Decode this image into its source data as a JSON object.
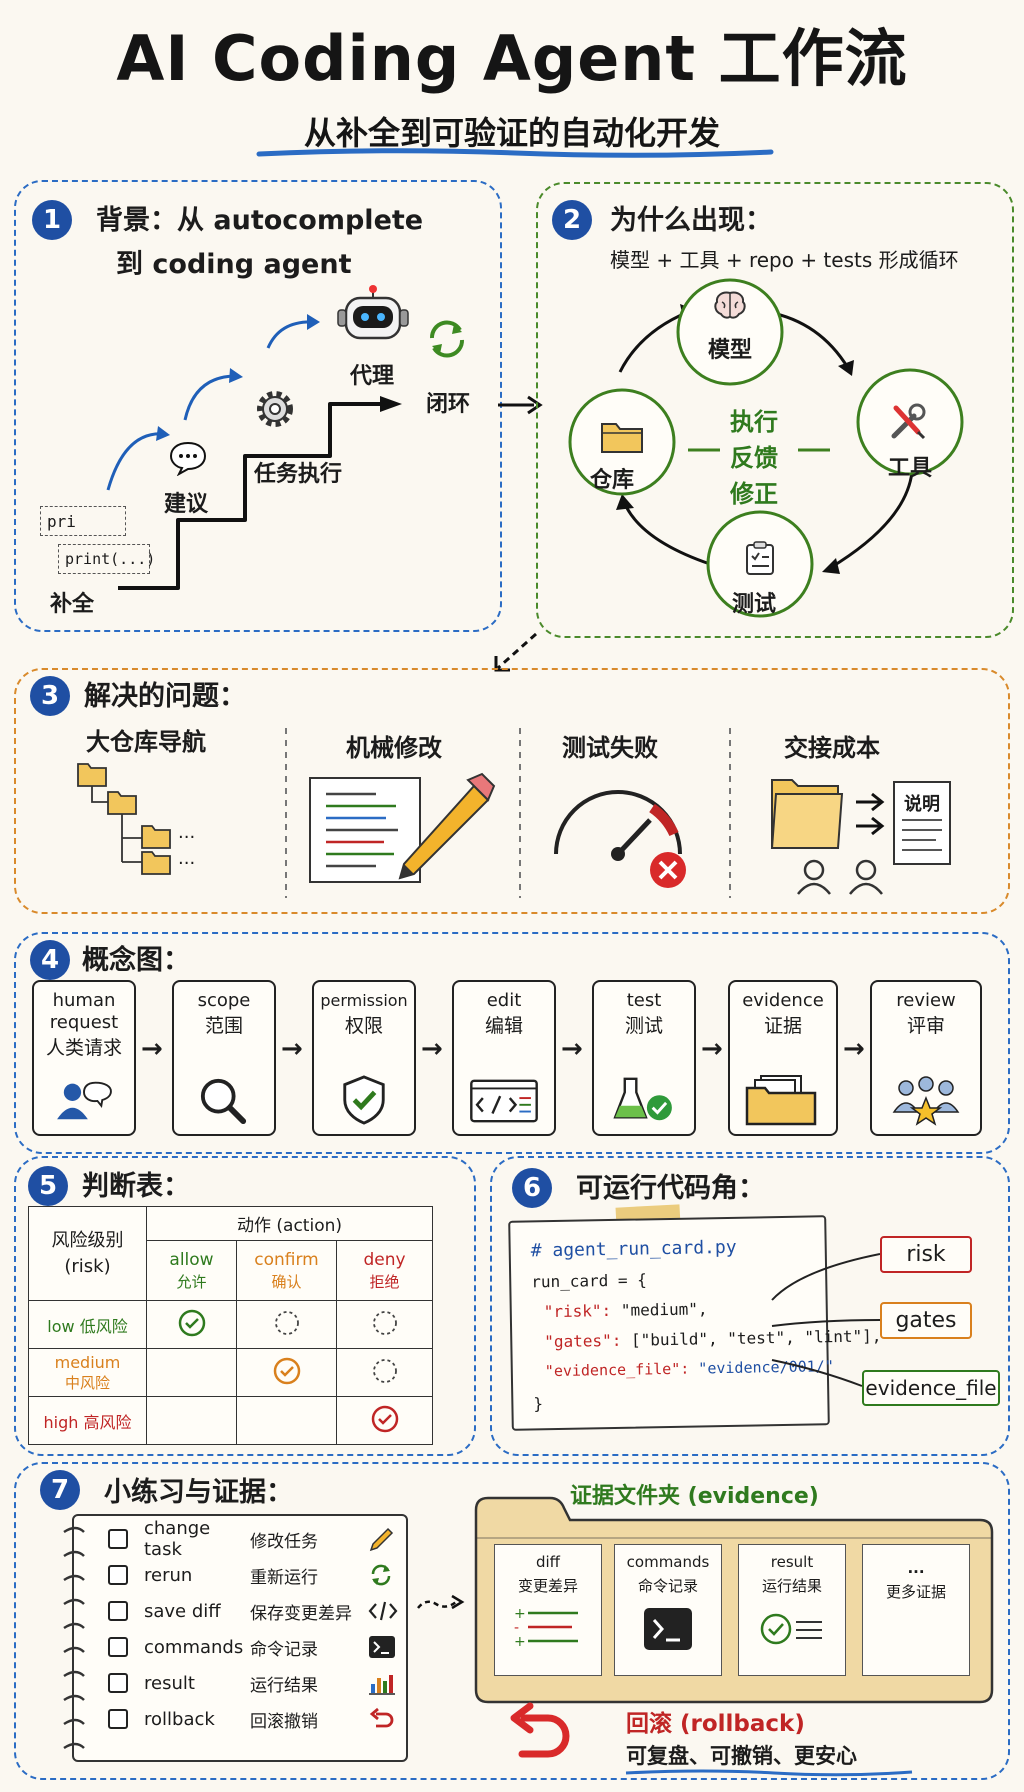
{
  "header": {
    "title": "AI Coding Agent 工作流",
    "subtitle": "从补全到可验证的自动化开发"
  },
  "section1": {
    "number": "1",
    "title_line1": "背景：从 autocomplete",
    "title_line2": "到 coding agent",
    "steps": {
      "complete": "补全",
      "suggest": "建议",
      "task": "任务执行",
      "agent": "代理",
      "loop": "闭环"
    },
    "snippets": [
      "pri",
      "print(...)"
    ]
  },
  "section2": {
    "number": "2",
    "title": "为什么出现：",
    "subtitle": "模型 + 工具 + repo + tests 形成循环",
    "nodes": {
      "model": "模型",
      "tools": "工具",
      "tests": "测试",
      "repo": "仓库"
    },
    "center": [
      "执行",
      "反馈",
      "修正"
    ]
  },
  "section3": {
    "number": "3",
    "title": "解决的问题：",
    "problems": [
      "大仓库导航",
      "机械修改",
      "测试失败",
      "交接成本"
    ],
    "ellipsis": "...",
    "doc_label": "说明"
  },
  "section4": {
    "number": "4",
    "title": "概念图：",
    "steps": [
      {
        "en": "human request",
        "zh": "人类请求",
        "icon": "person-chat-icon"
      },
      {
        "en": "scope",
        "zh": "范围",
        "icon": "magnifier-icon"
      },
      {
        "en": "permission",
        "zh": "权限",
        "icon": "shield-check-icon"
      },
      {
        "en": "edit",
        "zh": "编辑",
        "icon": "code-window-icon"
      },
      {
        "en": "test",
        "zh": "测试",
        "icon": "flask-check-icon"
      },
      {
        "en": "evidence",
        "zh": "证据",
        "icon": "folder-stack-icon"
      },
      {
        "en": "review",
        "zh": "评审",
        "icon": "team-star-icon"
      }
    ]
  },
  "section5": {
    "number": "5",
    "title": "判断表：",
    "risk_header": "风险级别",
    "risk_header_en": "(risk)",
    "action_header": "动作 (action)",
    "actions": [
      {
        "en": "allow",
        "zh": "允许"
      },
      {
        "en": "confirm",
        "zh": "确认"
      },
      {
        "en": "deny",
        "zh": "拒绝"
      }
    ],
    "rows": [
      {
        "en": "low",
        "zh": "低风险",
        "marks": [
          "check",
          "empty",
          "empty"
        ]
      },
      {
        "en": "medium",
        "zh": "中风险",
        "marks": [
          "",
          "check",
          "empty"
        ]
      },
      {
        "en": "high",
        "zh": "高风险",
        "marks": [
          "",
          "",
          "check"
        ]
      }
    ],
    "colors": {
      "low": "#2f7a1e",
      "medium": "#d9801d",
      "high": "#c02525"
    }
  },
  "section6": {
    "number": "6",
    "title": "可运行代码角：",
    "code": {
      "comment": "# agent_run_card.py",
      "open": "run_card = {",
      "risk_key": "\"risk\":",
      "risk_val": "\"medium\",",
      "gates_key": "\"gates\":",
      "gates_val": "[\"build\", \"test\", \"lint\"],",
      "evidence_key": "\"evidence_file\":",
      "evidence_val": "\"evidence/001/\"",
      "close": "}"
    },
    "tags": [
      "risk",
      "gates",
      "evidence_file"
    ]
  },
  "section7": {
    "number": "7",
    "title": "小练习与证据：",
    "checklist": [
      {
        "en": "change task",
        "zh": "修改任务",
        "icon": "pencil-icon"
      },
      {
        "en": "rerun",
        "zh": "重新运行",
        "icon": "refresh-icon"
      },
      {
        "en": "save diff",
        "zh": "保存变更差异",
        "icon": "code-brackets-icon"
      },
      {
        "en": "commands",
        "zh": "命令记录",
        "icon": "terminal-icon"
      },
      {
        "en": "result",
        "zh": "运行结果",
        "icon": "bar-chart-icon"
      },
      {
        "en": "rollback",
        "zh": "回滚撤销",
        "icon": "undo-icon"
      }
    ],
    "folder_title": "证据文件夹 (evidence)",
    "evidence_cards": [
      {
        "en": "diff",
        "zh": "变更差异"
      },
      {
        "en": "commands",
        "zh": "命令记录"
      },
      {
        "en": "result",
        "zh": "运行结果"
      },
      {
        "en": "...",
        "zh": "更多证据"
      }
    ],
    "rollback_title": "回滚 (rollback)",
    "rollback_sub": "可复盘、可撤销、更安心"
  }
}
